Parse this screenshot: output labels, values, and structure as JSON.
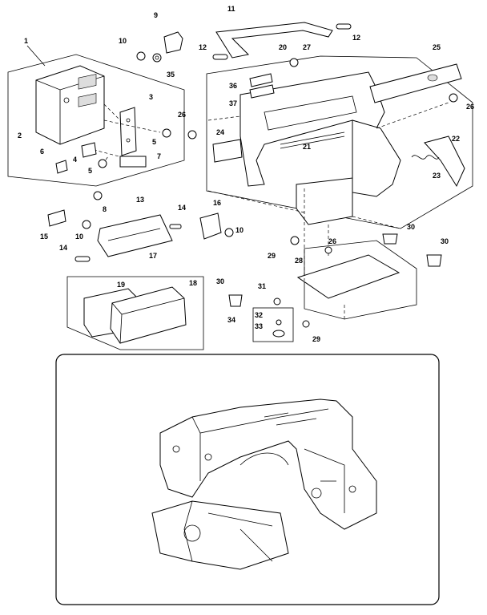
{
  "callouts": [
    "1",
    "2",
    "3",
    "4",
    "5",
    "5",
    "6",
    "7",
    "8",
    "9",
    "10",
    "10",
    "10",
    "11",
    "12",
    "12",
    "13",
    "14",
    "14",
    "15",
    "16",
    "17",
    "18",
    "19",
    "20",
    "21",
    "22",
    "23",
    "24",
    "25",
    "26",
    "26",
    "26",
    "27",
    "28",
    "29",
    "29",
    "30",
    "30",
    "30",
    "31",
    "32",
    "33",
    "34",
    "35",
    "36",
    "37"
  ]
}
